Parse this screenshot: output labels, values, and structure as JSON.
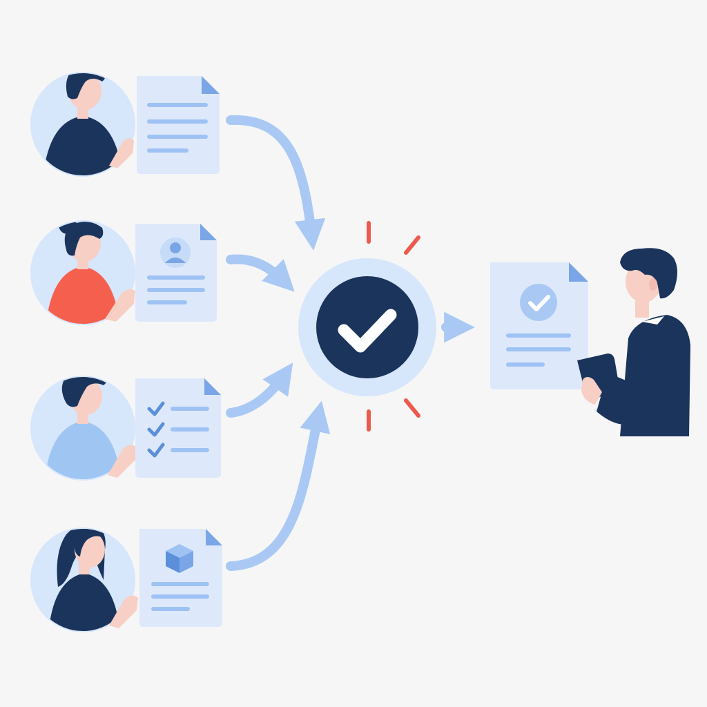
{
  "palette": {
    "background": "#f6f6f7",
    "navy": "#1b345c",
    "light_blue": "#d6e6fb",
    "doc_fill": "#dde9fb",
    "doc_fold": "#7aa5e6",
    "doc_lines": "#9ec2f4",
    "arrow": "#a9c9f4",
    "accent_red": "#ec5a4c",
    "shirt_red": "#f5604e",
    "shirt_light": "#9fc5f3",
    "skin": "#f7cfc4"
  },
  "contributors": [
    {
      "shirt_color": "#1b345c",
      "hair": "short",
      "document_icon": "text-lines-icon"
    },
    {
      "shirt_color": "#f5604e",
      "hair": "bun",
      "document_icon": "user-profile-icon"
    },
    {
      "shirt_color": "#9fc5f3",
      "hair": "curly",
      "document_icon": "checklist-icon"
    },
    {
      "shirt_color": "#1b345c",
      "hair": "long",
      "document_icon": "cube-icon"
    }
  ],
  "hub": {
    "icon": "checkmark-icon"
  },
  "output": {
    "document_icon": "check-badge-icon",
    "receiver_device": "tablet-icon"
  }
}
